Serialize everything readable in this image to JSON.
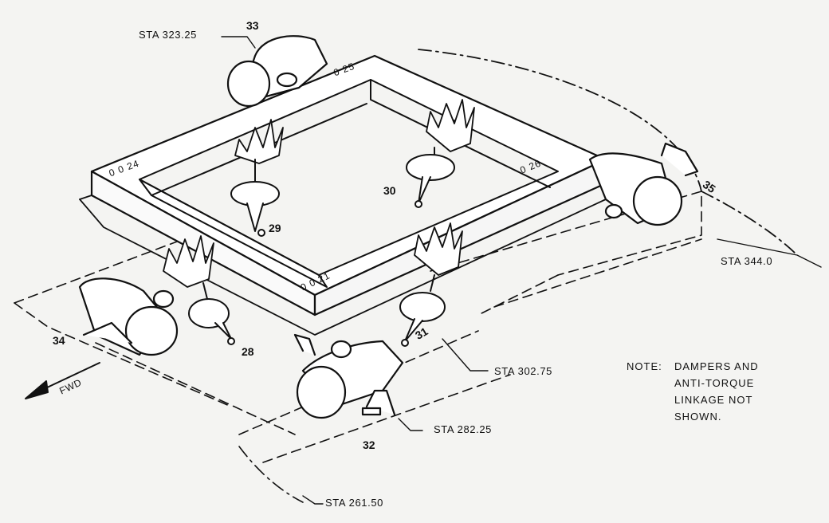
{
  "stations": {
    "sta_323": "STA 323.25",
    "sta_344": "STA 344.0",
    "sta_302": "STA 302.75",
    "sta_282": "STA 282.25",
    "sta_261": "STA 261.50"
  },
  "callouts": {
    "c33": "33",
    "c35": "35",
    "c34": "34",
    "c32": "32",
    "c30": "30",
    "c29": "29",
    "c28": "28",
    "c31": "31"
  },
  "frame_marks": {
    "m25": "0 25",
    "m24": "0 0 24",
    "m26": "0 26",
    "m21": "0 0 21"
  },
  "direction": "FWD",
  "note": {
    "prefix": "NOTE:",
    "line1": "DAMPERS AND",
    "line2": "ANTI-TORQUE",
    "line3": "LINKAGE NOT",
    "line4": "SHOWN."
  }
}
